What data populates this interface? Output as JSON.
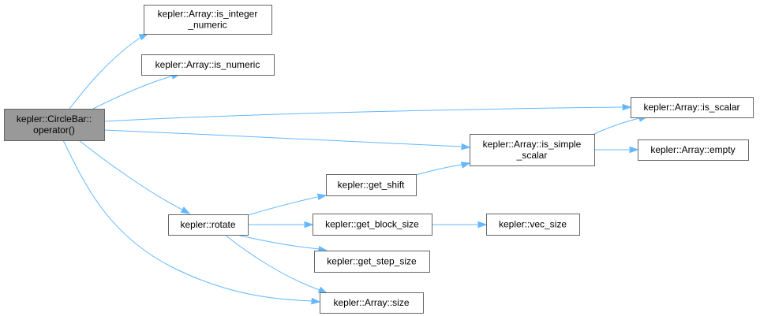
{
  "graph": {
    "nodes": [
      {
        "id": "root",
        "lines": [
          "kepler::CircleBar::",
          "operator()"
        ],
        "highlight": true
      },
      {
        "id": "is_integer_numeric",
        "lines": [
          "kepler::Array::is_integer",
          "_numeric"
        ]
      },
      {
        "id": "is_numeric",
        "lines": [
          "kepler::Array::is_numeric"
        ]
      },
      {
        "id": "is_scalar",
        "lines": [
          "kepler::Array::is_scalar"
        ]
      },
      {
        "id": "is_simple_scalar",
        "lines": [
          "kepler::Array::is_simple",
          "_scalar"
        ]
      },
      {
        "id": "empty",
        "lines": [
          "kepler::Array::empty"
        ]
      },
      {
        "id": "rotate",
        "lines": [
          "kepler::rotate"
        ]
      },
      {
        "id": "get_shift",
        "lines": [
          "kepler::get_shift"
        ]
      },
      {
        "id": "get_block_size",
        "lines": [
          "kepler::get_block_size"
        ]
      },
      {
        "id": "vec_size",
        "lines": [
          "kepler::vec_size"
        ]
      },
      {
        "id": "get_step_size",
        "lines": [
          "kepler::get_step_size"
        ]
      },
      {
        "id": "size",
        "lines": [
          "kepler::Array::size"
        ]
      }
    ],
    "edges": [
      {
        "from": "root",
        "to": "is_integer_numeric"
      },
      {
        "from": "root",
        "to": "is_numeric"
      },
      {
        "from": "root",
        "to": "is_scalar"
      },
      {
        "from": "root",
        "to": "is_simple_scalar"
      },
      {
        "from": "root",
        "to": "rotate"
      },
      {
        "from": "root",
        "to": "size"
      },
      {
        "from": "is_simple_scalar",
        "to": "is_scalar"
      },
      {
        "from": "is_simple_scalar",
        "to": "empty"
      },
      {
        "from": "rotate",
        "to": "get_shift"
      },
      {
        "from": "rotate",
        "to": "get_block_size"
      },
      {
        "from": "rotate",
        "to": "get_step_size"
      },
      {
        "from": "rotate",
        "to": "size"
      },
      {
        "from": "get_shift",
        "to": "is_simple_scalar"
      },
      {
        "from": "get_block_size",
        "to": "vec_size"
      }
    ],
    "colors": {
      "edge": "#63b8ff",
      "node_border": "#666666",
      "root_fill": "#999999"
    }
  }
}
